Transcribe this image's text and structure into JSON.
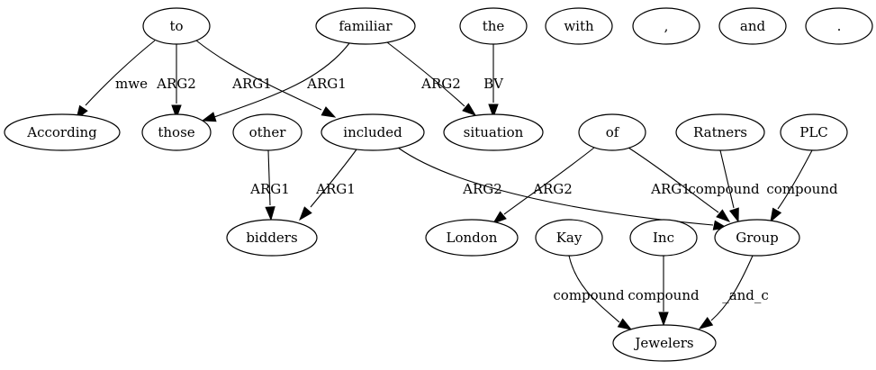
{
  "nodes": [
    {
      "id": "to",
      "label": "to"
    },
    {
      "id": "familiar",
      "label": "familiar"
    },
    {
      "id": "the",
      "label": "the"
    },
    {
      "id": "with",
      "label": "with"
    },
    {
      "id": "comma",
      "label": ","
    },
    {
      "id": "and",
      "label": "and"
    },
    {
      "id": "period",
      "label": "."
    },
    {
      "id": "according",
      "label": "According"
    },
    {
      "id": "those",
      "label": "those"
    },
    {
      "id": "other",
      "label": "other"
    },
    {
      "id": "included",
      "label": "included"
    },
    {
      "id": "situation",
      "label": "situation"
    },
    {
      "id": "of",
      "label": "of"
    },
    {
      "id": "ratners",
      "label": "Ratners"
    },
    {
      "id": "plc",
      "label": "PLC"
    },
    {
      "id": "bidders",
      "label": "bidders"
    },
    {
      "id": "london",
      "label": "London"
    },
    {
      "id": "kay",
      "label": "Kay"
    },
    {
      "id": "inc",
      "label": "Inc"
    },
    {
      "id": "group",
      "label": "Group"
    },
    {
      "id": "jewelers",
      "label": "Jewelers"
    }
  ],
  "edges": [
    {
      "from": "to",
      "to": "according",
      "label": "mwe"
    },
    {
      "from": "to",
      "to": "those",
      "label": "ARG2"
    },
    {
      "from": "to",
      "to": "included",
      "label": "ARG1"
    },
    {
      "from": "familiar",
      "to": "those",
      "label": "ARG1"
    },
    {
      "from": "familiar",
      "to": "situation",
      "label": "ARG2"
    },
    {
      "from": "the",
      "to": "situation",
      "label": "BV"
    },
    {
      "from": "other",
      "to": "bidders",
      "label": "ARG1"
    },
    {
      "from": "included",
      "to": "bidders",
      "label": "ARG1"
    },
    {
      "from": "included",
      "to": "group",
      "label": "ARG2"
    },
    {
      "from": "of",
      "to": "london",
      "label": "ARG2"
    },
    {
      "from": "of",
      "to": "group",
      "label": "ARG1"
    },
    {
      "from": "ratners",
      "to": "group",
      "label": "compound"
    },
    {
      "from": "plc",
      "to": "group",
      "label": "compound"
    },
    {
      "from": "kay",
      "to": "jewelers",
      "label": "compound"
    },
    {
      "from": "inc",
      "to": "jewelers",
      "label": "compound"
    },
    {
      "from": "group",
      "to": "jewelers",
      "label": "_and_c"
    }
  ]
}
